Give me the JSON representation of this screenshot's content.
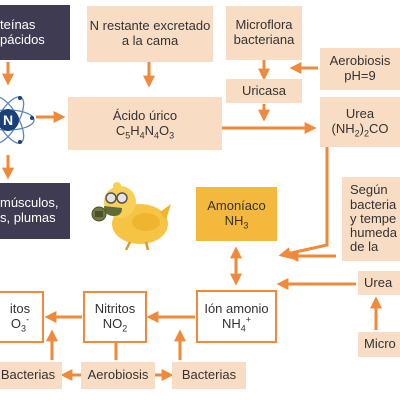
{
  "colors": {
    "arrow": "#f08a3a",
    "box_fill": "#f9dcc4",
    "dark_box": "#3f3b52",
    "highlight_box": "#f3b83c",
    "atom_core": "#1c3f7a"
  },
  "icons": {
    "atom": "nitrogen-atom-icon",
    "chick": "chick-with-gas-mask-icon"
  },
  "nodes": {
    "proteins": {
      "line1": "teínas",
      "line2": "pácidos"
    },
    "n_excreted": {
      "line1": "N restante excretado",
      "line2": "a la cama"
    },
    "microflora": {
      "line1": "Microflora",
      "line2": "bacteriana"
    },
    "aerobiosis_ph": {
      "line1": "Aerobiosis",
      "line2": "pH=9"
    },
    "uricasa": {
      "label": "Uricasa"
    },
    "uric_acid": {
      "line1": "Ácido úrico",
      "formula": "C5H4N4O3"
    },
    "urea": {
      "line1": "Urea",
      "formula": "(NH2)2CO"
    },
    "atom_symbol": "N",
    "muscles": {
      "line1": "músculos,",
      "line2": "s, plumas"
    },
    "ammonia": {
      "line1": "Amoníaco",
      "formula": "NH3"
    },
    "conditions": {
      "line1": "Según",
      "line2": "bacteria",
      "line3": "y tempe",
      "line4": "humeda",
      "line5": "de la"
    },
    "urea_right": {
      "label": "Urea"
    },
    "micro_right": {
      "label": "Micro"
    },
    "nitrates": {
      "line1": "itos",
      "formula": "O3-"
    },
    "nitrites": {
      "line1": "Nitritos",
      "formula": "NO2"
    },
    "ammonium": {
      "line1": "Ión amonio",
      "formula": "NH4+"
    },
    "bacteria_left": {
      "label": "Bacterias"
    },
    "aerobiosis_bottom": {
      "label": "Aerobiosis"
    },
    "bacteria_right": {
      "label": "Bacterias"
    }
  }
}
